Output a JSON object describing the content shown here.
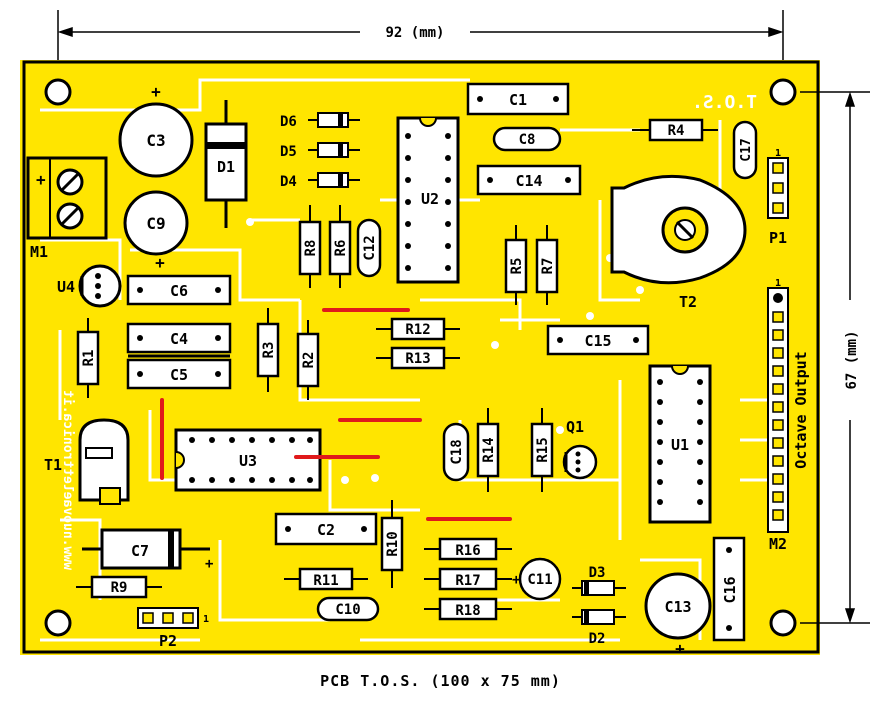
{
  "dimensions": {
    "width": "92 (mm)",
    "height": "67 (mm)"
  },
  "caption": "PCB T.O.S. (100 x 75 mm)",
  "board_mark": "T.O.S.",
  "side_text": "www.nuovaelettronica.it",
  "connector_label": "Octave Output",
  "pin_one": "1",
  "colors": {
    "copper": "#ffe500",
    "board": "#ffffff",
    "outline": "#000000",
    "jumper": "#e0191b"
  },
  "components": {
    "C1": "C1",
    "C2": "C2",
    "C3": "C3",
    "C4": "C4",
    "C5": "C5",
    "C6": "C6",
    "C7": "C7",
    "C8": "C8",
    "C9": "C9",
    "C10": "C10",
    "C11": "C11",
    "C12": "C12",
    "C13": "C13",
    "C14": "C14",
    "C15": "C15",
    "C16": "C16",
    "C17": "C17",
    "C18": "C18",
    "R1": "R1",
    "R2": "R2",
    "R3": "R3",
    "R4": "R4",
    "R5": "R5",
    "R6": "R6",
    "R7": "R7",
    "R8": "R8",
    "R9": "R9",
    "R10": "R10",
    "R11": "R11",
    "R12": "R12",
    "R13": "R13",
    "R14": "R14",
    "R15": "R15",
    "R16": "R16",
    "R17": "R17",
    "R18": "R18",
    "D1": "D1",
    "D2": "D2",
    "D3": "D3",
    "D4": "D4",
    "D5": "D5",
    "D6": "D6",
    "U1": "U1",
    "U2": "U2",
    "U3": "U3",
    "U4": "U4",
    "T1": "T1",
    "T2": "T2",
    "Q1": "Q1",
    "M1": "M1",
    "M2": "M2",
    "P1": "P1",
    "P2": "P2"
  }
}
